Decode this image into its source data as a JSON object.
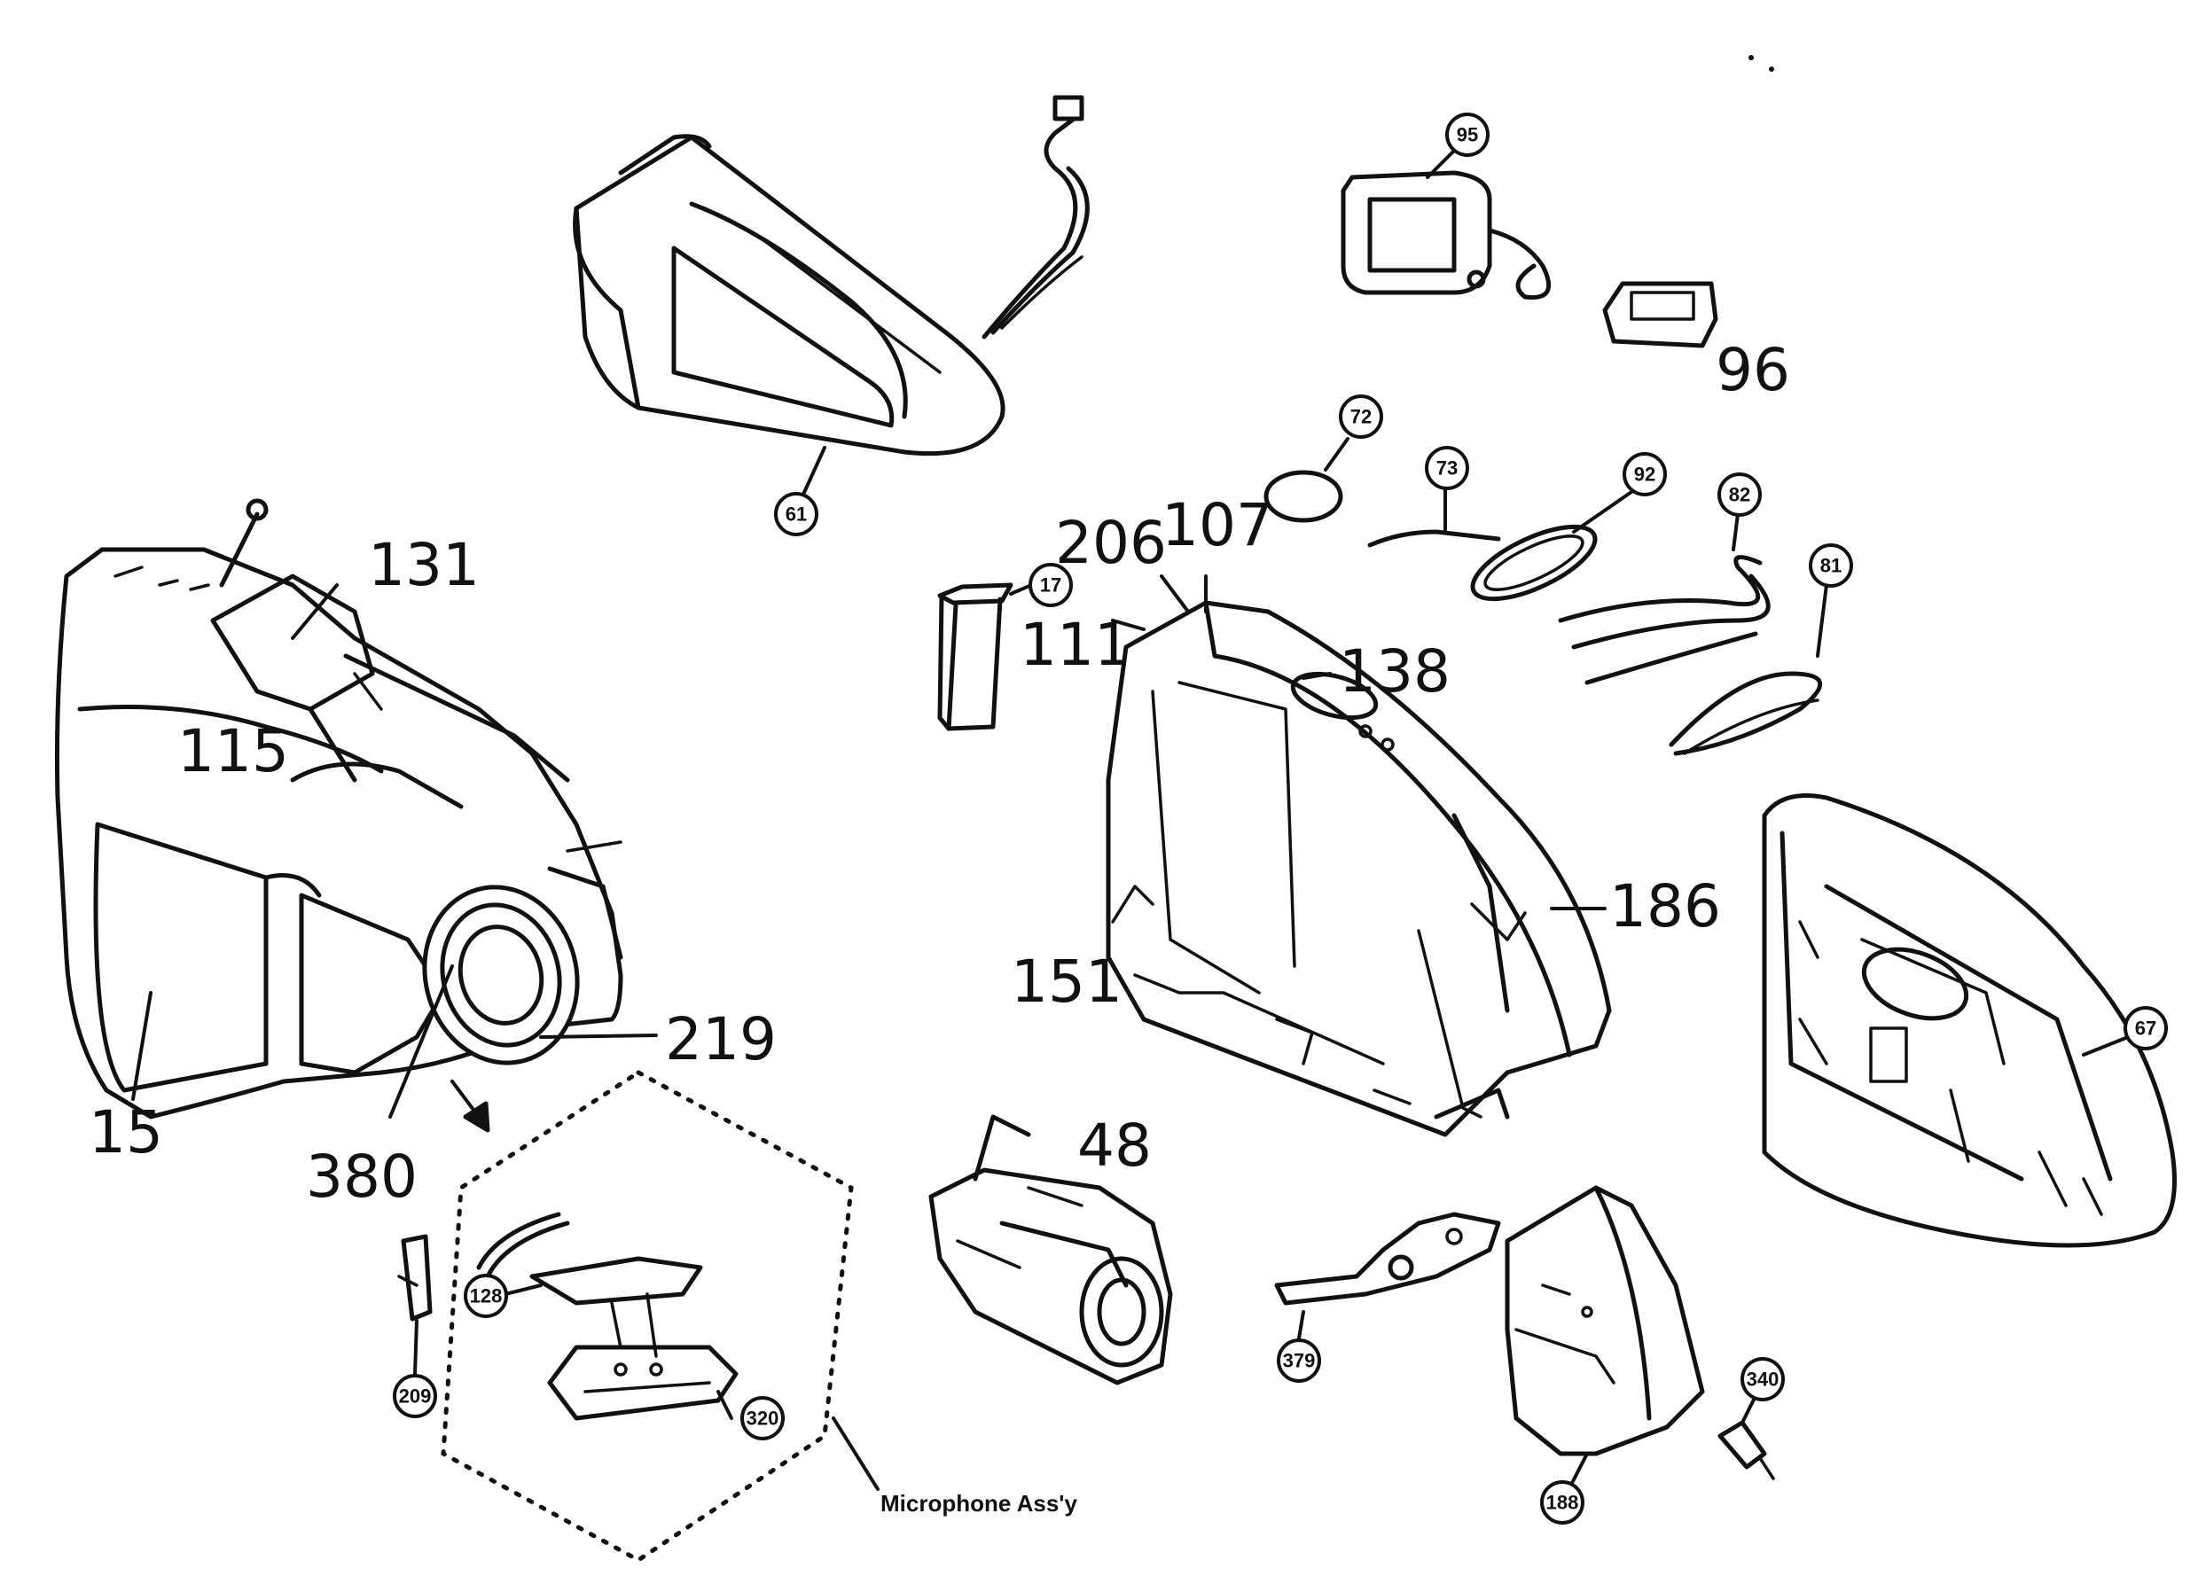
{
  "diagram": {
    "circled_callouts": [
      "95",
      "72",
      "73",
      "92",
      "82",
      "81",
      "61",
      "17",
      "67",
      "128",
      "209",
      "320",
      "379",
      "188",
      "340"
    ],
    "handwritten_labels": [
      "96",
      "131",
      "115",
      "206",
      "107",
      "111",
      "138",
      "186",
      "151",
      "219",
      "15",
      "380",
      "48"
    ],
    "caption": "Microphone Ass'y"
  }
}
